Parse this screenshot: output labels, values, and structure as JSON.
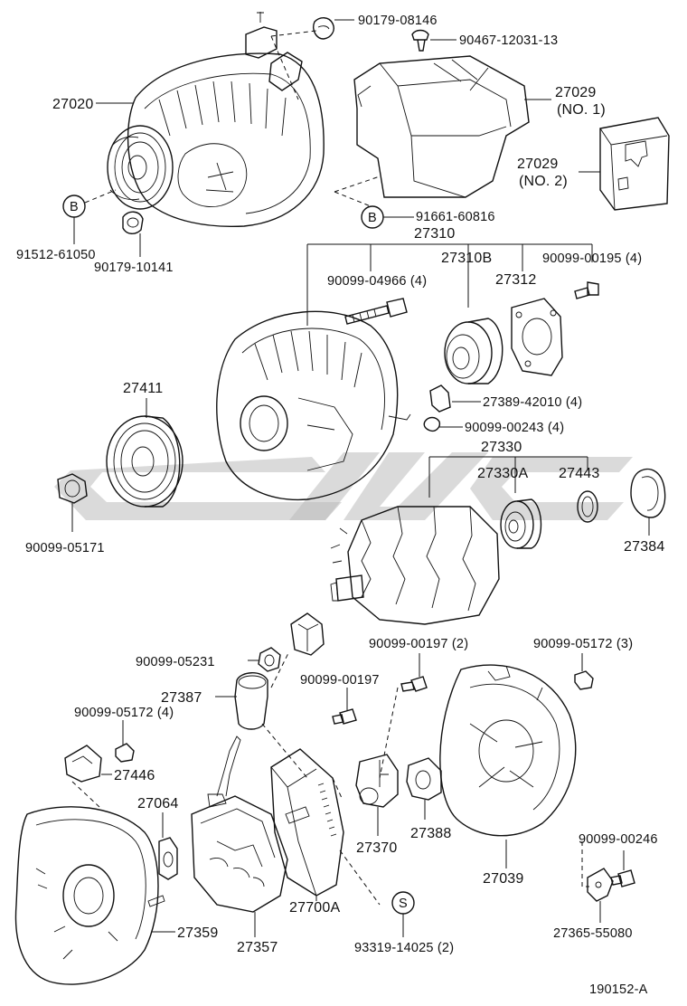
{
  "diagram": {
    "labels": {
      "p27020": "27020",
      "p90179_08146": "90179-08146",
      "p90467": "90467-12031-13",
      "p27029_1": "27029",
      "p27029_1_sub": "(NO. 1)",
      "p27029_2": "27029",
      "p27029_2_sub": "(NO. 2)",
      "callout_b": "B",
      "p91512": "91512-61050",
      "p90179_10141": "90179-10141",
      "p91661": "91661-60816",
      "p27310": "27310",
      "p90099_04966": "90099-04966 (4)",
      "p27310b": "27310B",
      "p27312": "27312",
      "p90099_00195": "90099-00195 (4)",
      "p27411": "27411",
      "p27389": "27389-42010 (4)",
      "p90099_00243": "90099-00243 (4)",
      "p27330": "27330",
      "p27330a": "27330A",
      "p27443": "27443",
      "p27384": "27384",
      "p90099_05171": "90099-05171",
      "p90099_00197_2": "90099-00197 (2)",
      "p90099_05172_3": "90099-05172 (3)",
      "p90099_05231": "90099-05231",
      "p90099_00197": "90099-00197",
      "p27387": "27387",
      "p90099_05172_4": "90099-05172 (4)",
      "p27446": "27446",
      "p27064": "27064",
      "p27370": "27370",
      "p27388": "27388",
      "p27039": "27039",
      "p90099_00246": "90099-00246",
      "p27359": "27359",
      "p27357": "27357",
      "p27700a": "27700A",
      "callout_s": "S",
      "p93319": "93319-14025 (2)",
      "p27365": "27365-55080",
      "diagram_code": "190152-A"
    }
  }
}
